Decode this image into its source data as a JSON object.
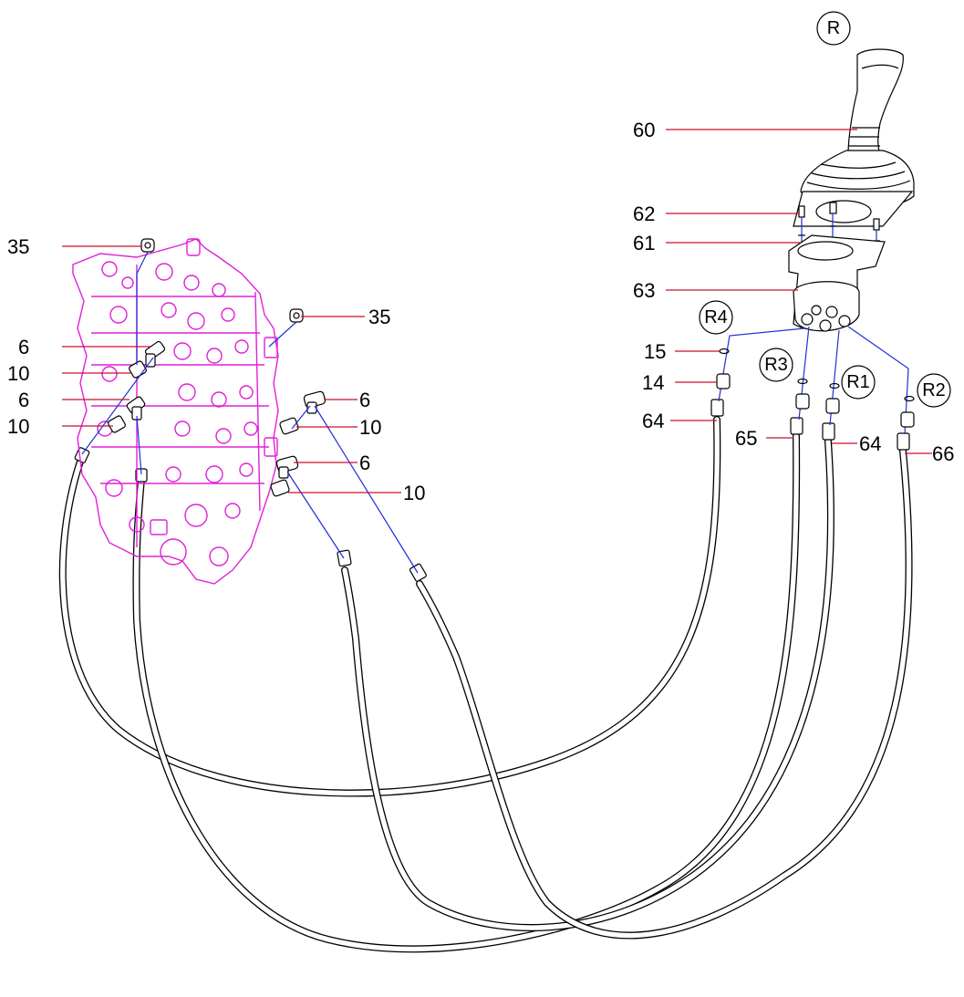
{
  "diagram": {
    "callouts": [
      {
        "id": "c60",
        "text": "60"
      },
      {
        "id": "c62",
        "text": "62"
      },
      {
        "id": "c61",
        "text": "61"
      },
      {
        "id": "c63",
        "text": "63"
      },
      {
        "id": "c15",
        "text": "15"
      },
      {
        "id": "c14",
        "text": "14"
      },
      {
        "id": "c64a",
        "text": "64"
      },
      {
        "id": "c65",
        "text": "65"
      },
      {
        "id": "c64b",
        "text": "64"
      },
      {
        "id": "c66",
        "text": "66"
      },
      {
        "id": "c35a",
        "text": "35"
      },
      {
        "id": "c35b",
        "text": "35"
      },
      {
        "id": "c6a",
        "text": "6"
      },
      {
        "id": "c10a",
        "text": "10"
      },
      {
        "id": "c6b",
        "text": "6"
      },
      {
        "id": "c10b",
        "text": "10"
      },
      {
        "id": "c6c",
        "text": "6"
      },
      {
        "id": "c10c",
        "text": "10"
      },
      {
        "id": "c6d",
        "text": "6"
      },
      {
        "id": "c10d",
        "text": "10"
      }
    ],
    "circled_refs": [
      {
        "id": "R",
        "text": "R"
      },
      {
        "id": "R4",
        "text": "R4"
      },
      {
        "id": "R3",
        "text": "R3"
      },
      {
        "id": "R1",
        "text": "R1"
      },
      {
        "id": "R2",
        "text": "R2"
      }
    ],
    "colors": {
      "leader_line": "#c8102e",
      "connection_line": "#1f2fd8",
      "valve_block": "#e020d8",
      "hose": "#000000"
    }
  }
}
